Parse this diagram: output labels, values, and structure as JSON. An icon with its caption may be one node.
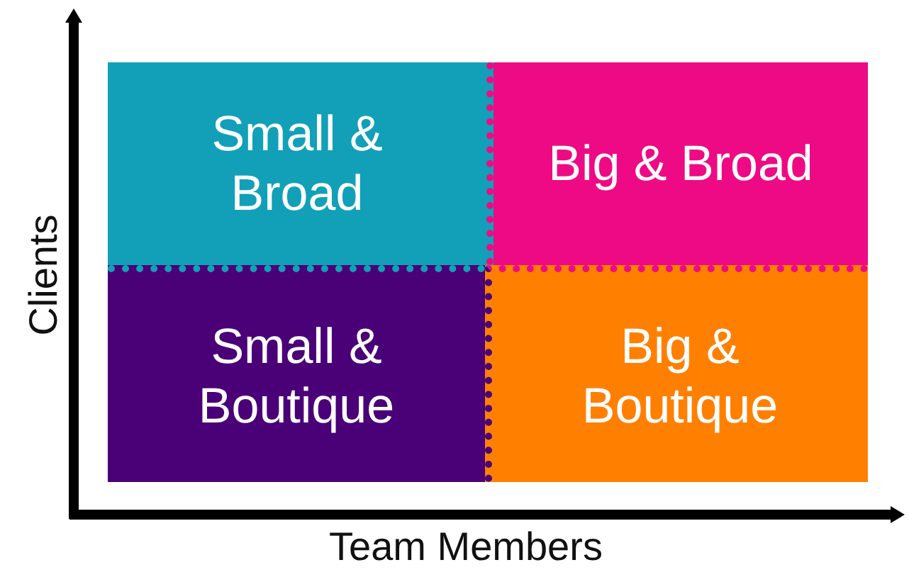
{
  "diagram": {
    "nodes": [
      {
        "text": [
          "Small & Broad"
        ]
      },
      {
        "text": [
          "Big & Broad"
        ]
      },
      {
        "text": [
          "Small & Boutique"
        ]
      },
      {
        "text": [
          "Big & Boutique"
        ]
      }
    ],
    "labels": [
      "Clients",
      "Team Members"
    ]
  }
}
